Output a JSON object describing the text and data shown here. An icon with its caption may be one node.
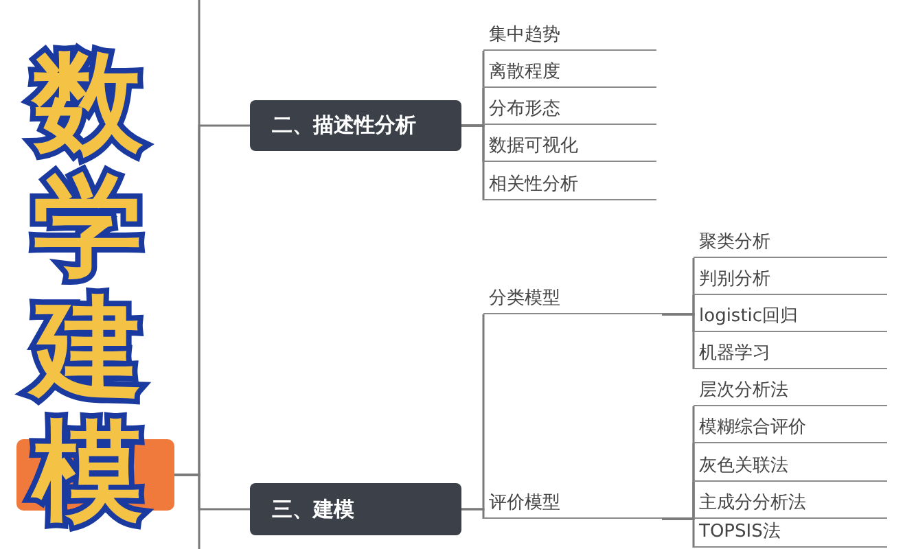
{
  "diagram": {
    "title": "数学建模",
    "nodes": [
      {
        "text": [],
        "shape": "box"
      },
      {
        "text": [
          "二、描述性分析"
        ]
      },
      {
        "text": [
          "集中趋势"
        ]
      },
      {
        "text": [
          "离散程度"
        ]
      },
      {
        "text": [
          "分布形态"
        ]
      },
      {
        "text": [
          "数据可视化"
        ]
      },
      {
        "text": [
          "相关性分析"
        ]
      },
      {
        "text": [
          "三、建模"
        ]
      },
      {
        "text": [
          "分类模型"
        ]
      },
      {
        "text": [
          "评价模型"
        ]
      },
      {
        "text": [
          "聚类分析"
        ]
      },
      {
        "text": [
          "判别分析"
        ]
      },
      {
        "text": [
          "logistic回归"
        ]
      },
      {
        "text": [
          "机器学习"
        ]
      },
      {
        "text": [
          "层次分析法"
        ]
      },
      {
        "text": [
          "模糊综合评价"
        ]
      },
      {
        "text": [
          "灰色关联法"
        ]
      },
      {
        "text": [
          "主成分分析法"
        ]
      },
      {
        "text": [
          "TOPSIS法"
        ]
      }
    ],
    "edges": [
      {
        "from": 0,
        "to": null,
        "arrow": "none"
      },
      {
        "from": 0,
        "to": 1,
        "arrow": "none"
      },
      {
        "from": 0,
        "to": 7,
        "arrow": "none"
      },
      {
        "from": 0,
        "to": null,
        "arrow": "none"
      },
      {
        "from": 1,
        "to": 2,
        "arrow": "none"
      },
      {
        "from": 1,
        "to": 3,
        "arrow": "none"
      },
      {
        "from": 1,
        "to": 4,
        "arrow": "none"
      },
      {
        "from": 1,
        "to": 5,
        "arrow": "none"
      },
      {
        "from": 1,
        "to": 6,
        "arrow": "none"
      },
      {
        "from": 7,
        "to": 8,
        "arrow": "none"
      },
      {
        "from": 7,
        "to": 9,
        "arrow": "none"
      },
      {
        "from": 8,
        "to": 10,
        "arrow": "none"
      },
      {
        "from": 8,
        "to": 11,
        "arrow": "none"
      },
      {
        "from": 8,
        "to": 12,
        "arrow": "none"
      },
      {
        "from": 8,
        "to": 13,
        "arrow": "none"
      },
      {
        "from": 9,
        "to": 14,
        "arrow": "none"
      },
      {
        "from": 9,
        "to": 15,
        "arrow": "none"
      },
      {
        "from": 9,
        "to": 16,
        "arrow": "none"
      },
      {
        "from": 9,
        "to": 17,
        "arrow": "none"
      },
      {
        "from": 9,
        "to": 18,
        "arrow": "none"
      }
    ]
  }
}
